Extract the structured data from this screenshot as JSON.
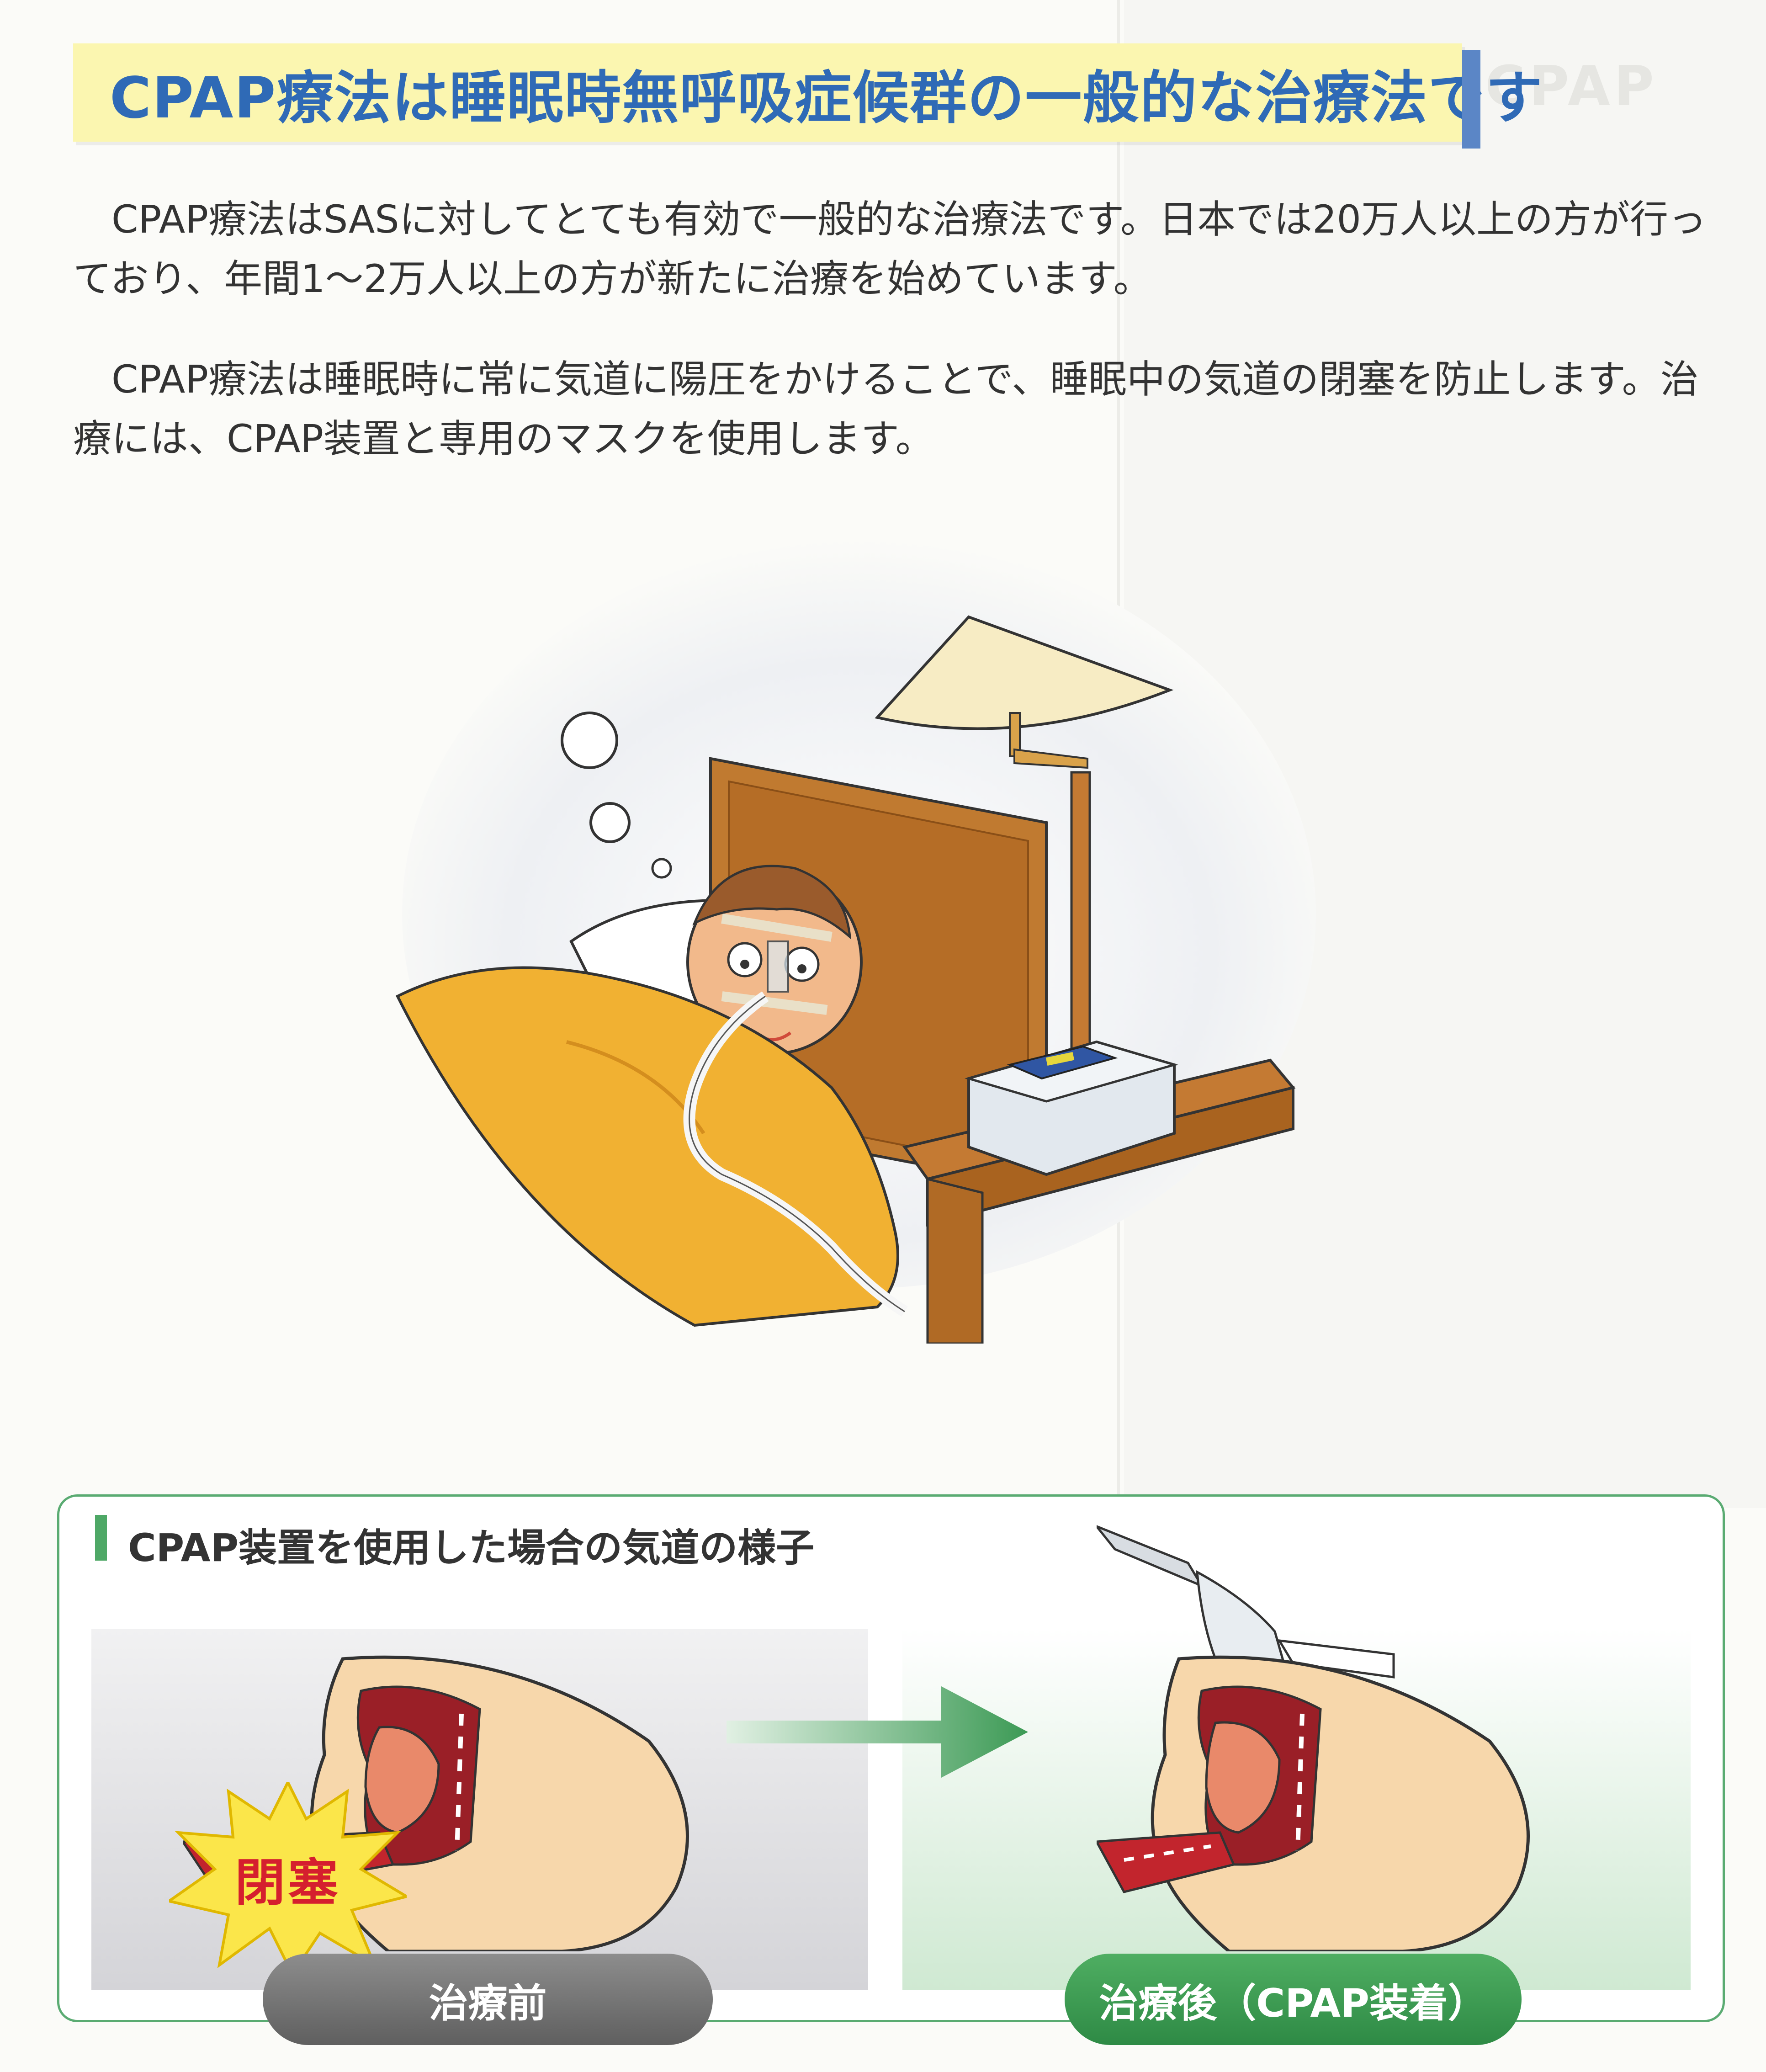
{
  "header": {
    "title": "CPAP療法は睡眠時無呼吸症候群の一般的な治療法です"
  },
  "body": {
    "paragraph_1": "CPAP療法はSASに対してとても有効で一般的な治療法です。日本では20万人以上の方が行っており、年間1〜2万人以上の方が新たに治療を始めています。",
    "paragraph_2": "CPAP療法は睡眠時に常に気道に陽圧をかけることで、睡眠中の気道の閉塞を防止します。治療には、CPAP装置と専用のマスクを使用します。"
  },
  "airway_panel": {
    "title": "CPAP装置を使用した場合の気道の様子",
    "obstruction_label": "閉塞",
    "before_label": "治療前",
    "after_label": "治療後（CPAP装着）"
  },
  "colors": {
    "title_text": "#2f6ab6",
    "title_background": "#fbf6b0",
    "panel_border": "#5aab72",
    "obstruction_text": "#d51f2e",
    "before_badge": "#6f6f6f",
    "after_badge": "#3d9a52"
  },
  "icons": {
    "illustration": "sleeping-man-with-cpap-illustration",
    "before_scene": "airway-cross-section-obstructed",
    "after_scene": "airway-cross-section-with-cpap",
    "arrow": "right-arrow-icon"
  }
}
